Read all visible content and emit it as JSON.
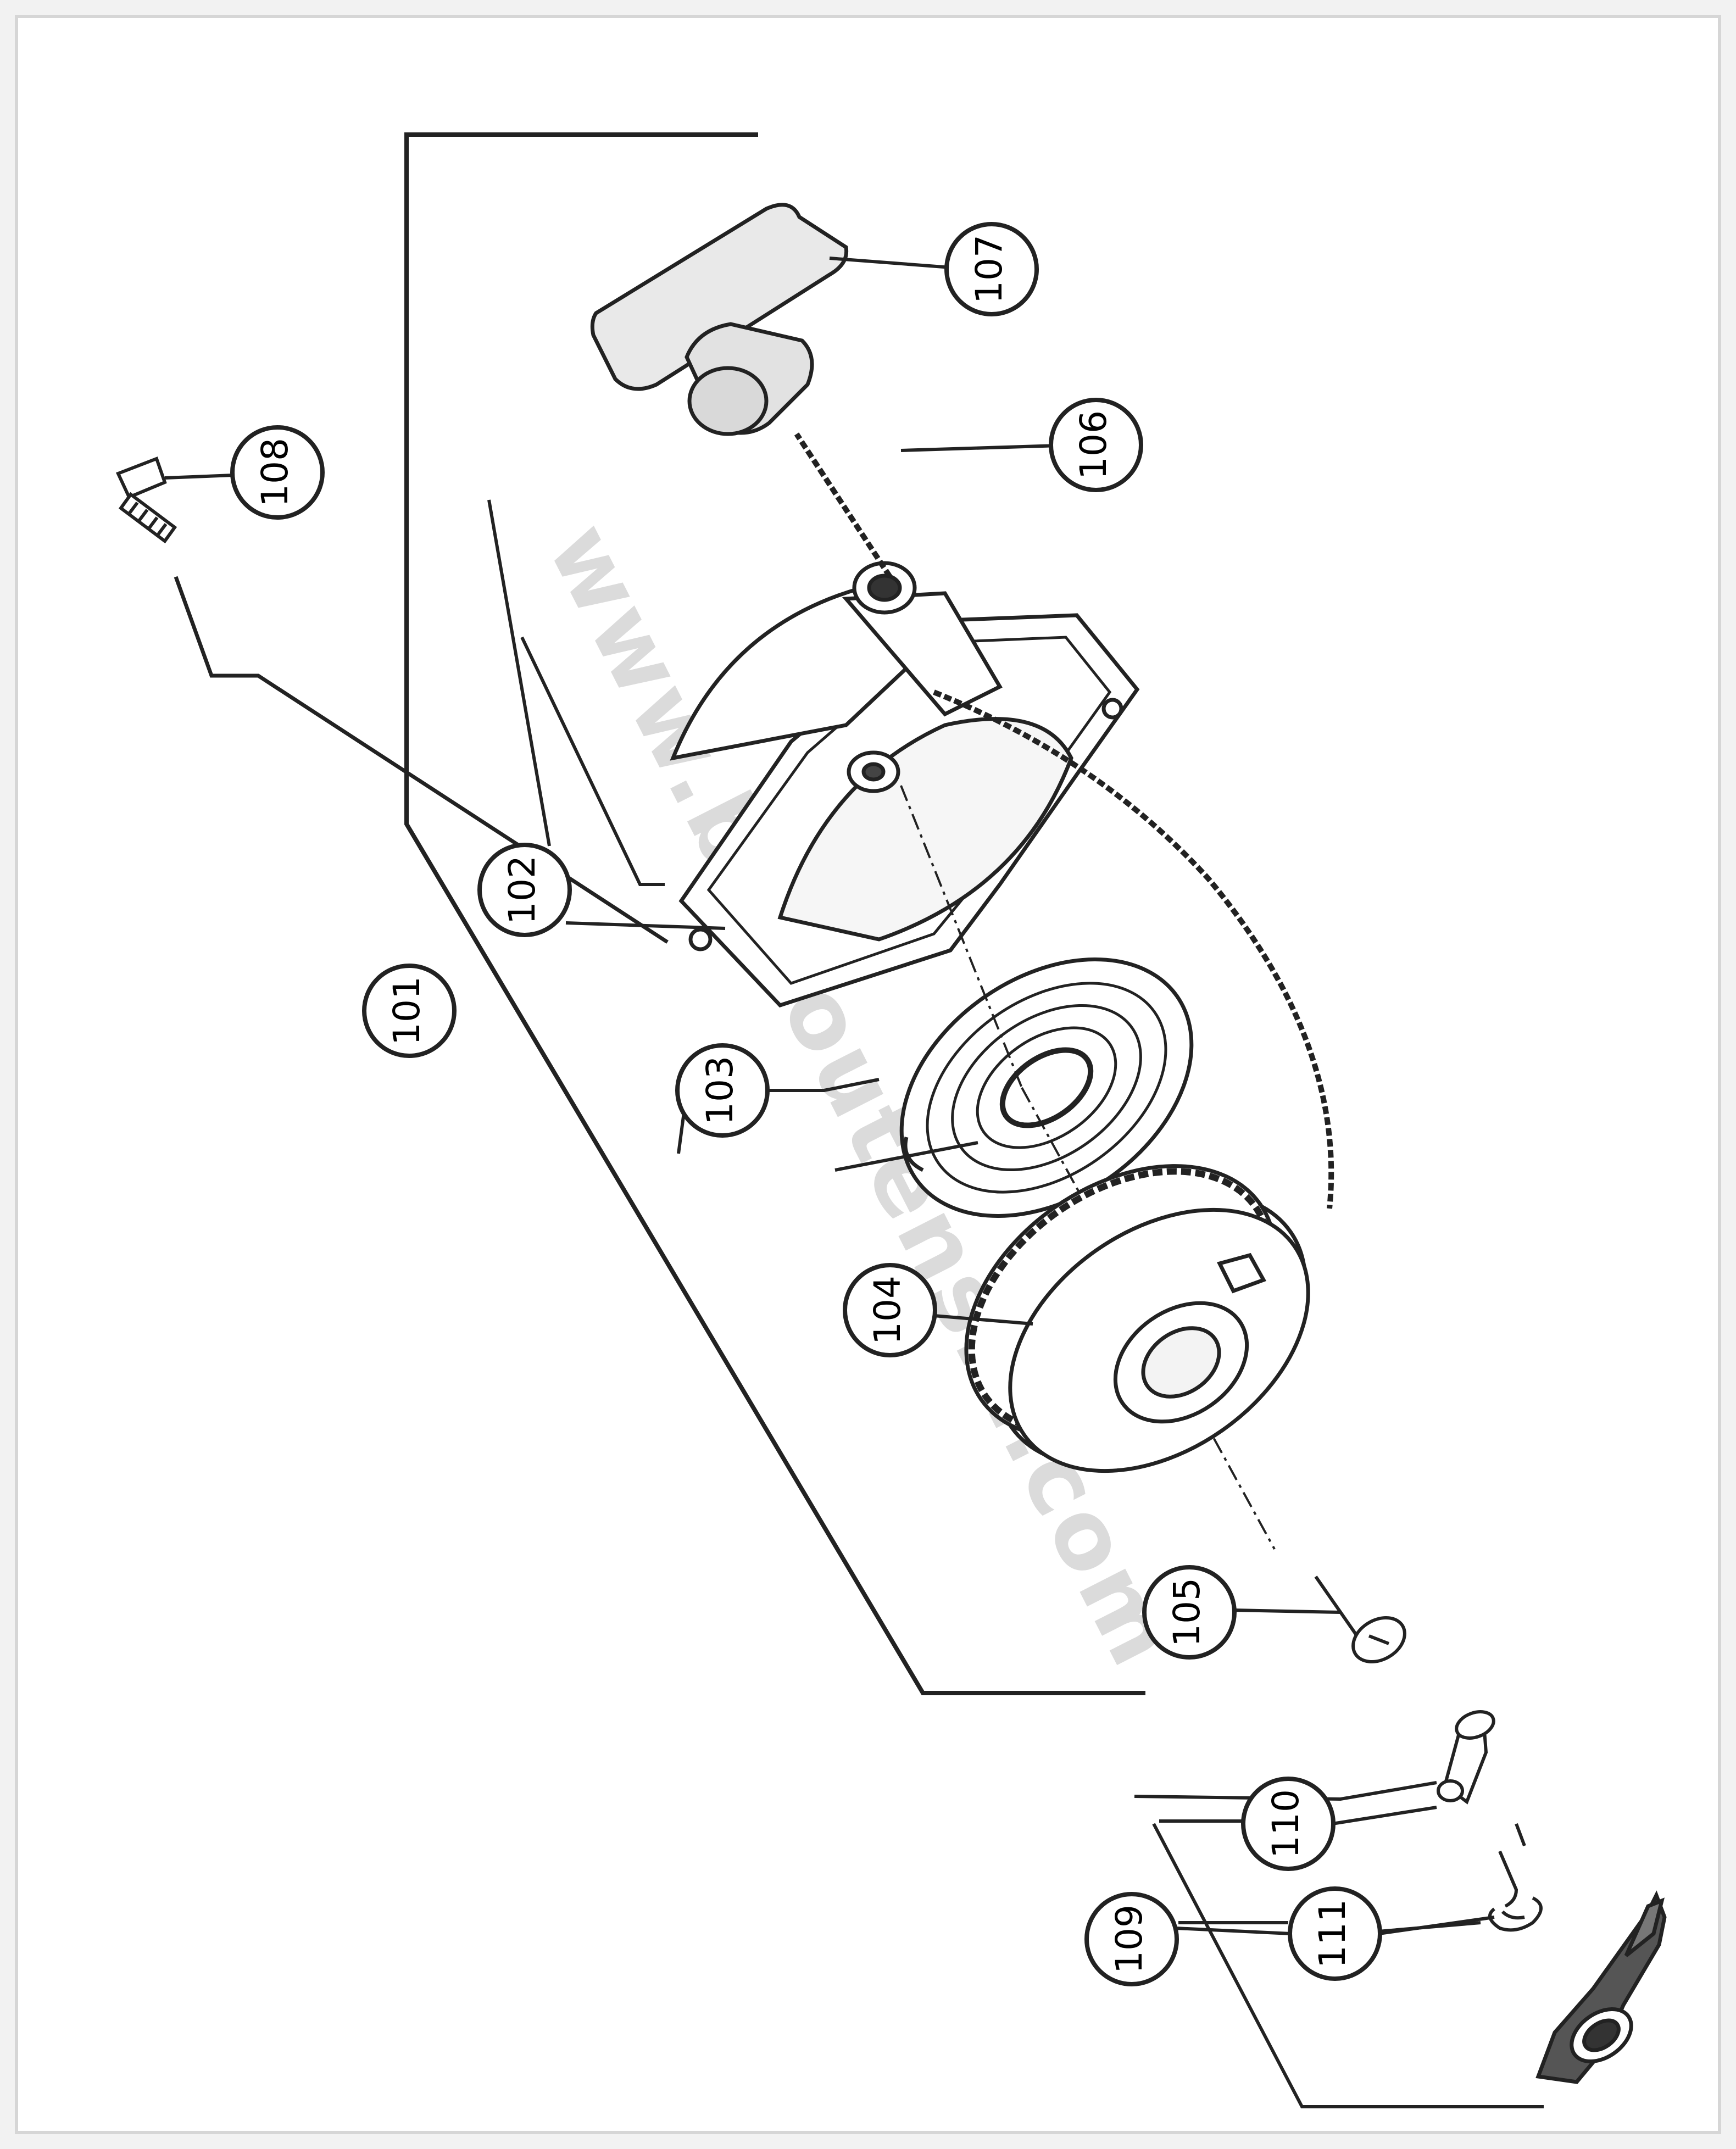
{
  "diagram": {
    "watermark": "www.bricoutensili.com",
    "callouts": [
      {
        "id": "101",
        "label": "101"
      },
      {
        "id": "102",
        "label": "102"
      },
      {
        "id": "103",
        "label": "103"
      },
      {
        "id": "104",
        "label": "104"
      },
      {
        "id": "105",
        "label": "105"
      },
      {
        "id": "106",
        "label": "106"
      },
      {
        "id": "107",
        "label": "107"
      },
      {
        "id": "108",
        "label": "108"
      },
      {
        "id": "109",
        "label": "109"
      },
      {
        "id": "110",
        "label": "110"
      },
      {
        "id": "111",
        "label": "111"
      }
    ],
    "parts": [
      {
        "id": "101",
        "icon": "recoil-starter-assembly-bracket-icon"
      },
      {
        "id": "102",
        "icon": "starter-housing-icon"
      },
      {
        "id": "103",
        "icon": "recoil-spring-icon"
      },
      {
        "id": "104",
        "icon": "rope-pulley-icon"
      },
      {
        "id": "105",
        "icon": "screw-icon"
      },
      {
        "id": "106",
        "icon": "starter-rope-icon"
      },
      {
        "id": "107",
        "icon": "starter-handle-icon"
      },
      {
        "id": "108",
        "icon": "bolt-icon"
      },
      {
        "id": "109",
        "icon": "pawl-assembly-icon"
      },
      {
        "id": "110",
        "icon": "pawl-icon"
      },
      {
        "id": "111",
        "icon": "pawl-spring-icon"
      }
    ]
  }
}
